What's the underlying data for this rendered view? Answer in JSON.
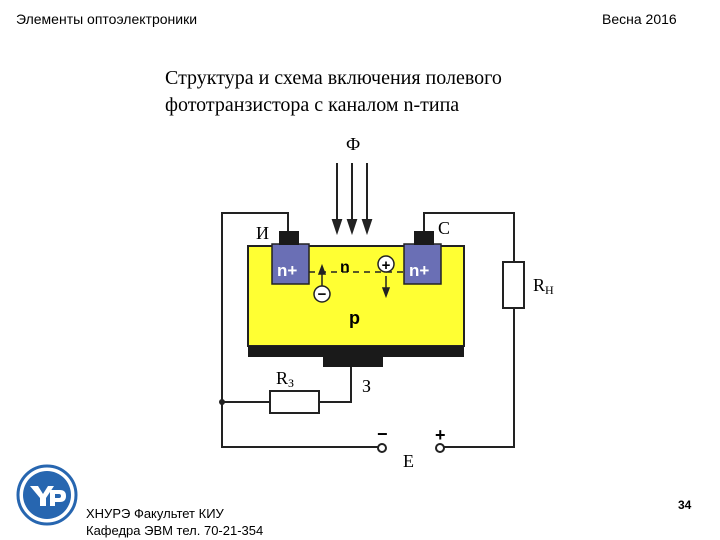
{
  "header": {
    "left": "Элементы оптоэлектроники",
    "right": "Весна 2016"
  },
  "title": {
    "line1": "Структура и схема включения полевого",
    "line2": "фототранзистора с каналом n-типа"
  },
  "diagram": {
    "light_flux": "Ф",
    "source": "И",
    "drain": "С",
    "gate": "З",
    "source_region": "n+",
    "drain_region": "n+",
    "channel": "n",
    "substrate": "p",
    "hole_charge": "+",
    "electron_charge": "−",
    "gate_resistor": {
      "main": "R",
      "sub": "З"
    },
    "load_resistor": {
      "main": "R",
      "sub": "Н"
    },
    "supply": "E",
    "supply_minus": "−",
    "supply_plus": "+",
    "colors": {
      "substrate": "#ffff33",
      "contact_region": "#6a6fb5",
      "wire": "#222222"
    }
  },
  "footer": {
    "line1": "ХНУРЭ Факультет КИУ",
    "line2": "Кафедра ЭВМ    тел. 70-21-354",
    "logo_icon": "university-logo-icon"
  },
  "page_number": "34"
}
